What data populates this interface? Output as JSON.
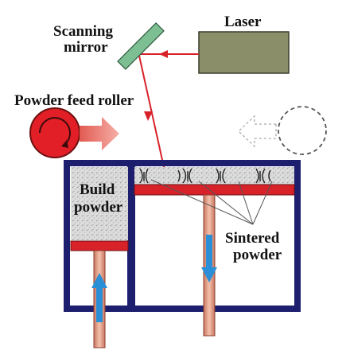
{
  "labels": {
    "scanning_mirror_line1": "Scanning",
    "scanning_mirror_line2": "mirror",
    "laser": "Laser",
    "powder_feed_roller": "Powder feed roller",
    "build_powder_line1": "Build",
    "build_powder_line2": "powder",
    "sintered_powder_line1": "Sintered",
    "sintered_powder_line2": "powder"
  },
  "colors": {
    "laser_body": "#8a8f6a",
    "laser_beam": "#d8222a",
    "mirror": "#7dbf93",
    "roller": "#e21f26",
    "roller_arrow": "#e8766f",
    "frame": "#1d1f6e",
    "piston_plate": "#d8222a",
    "piston_rod": "#e8a58c",
    "motion_arrow": "#2a8fd6",
    "powder": "#d8d8d8"
  },
  "icons": {
    "roller_rotation": "clockwise-arrow-icon",
    "ghost_roller": "dashed-circle-icon"
  }
}
